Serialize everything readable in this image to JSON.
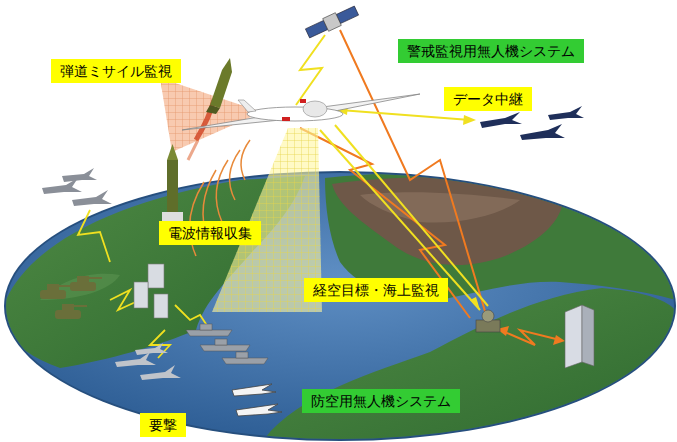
{
  "diagram": {
    "nodes": [
      {
        "text": [
          "警戒監視用無人機システム"
        ]
      },
      {
        "text": [
          "弾道ミサイル監視"
        ]
      },
      {
        "text": [
          "データ中継"
        ]
      },
      {
        "text": [
          "電波情報収集"
        ]
      },
      {
        "text": [
          "経空目標・海上監視"
        ]
      },
      {
        "text": [
          "防空用無人機システム"
        ]
      },
      {
        "text": [
          "要撃"
        ]
      }
    ]
  }
}
